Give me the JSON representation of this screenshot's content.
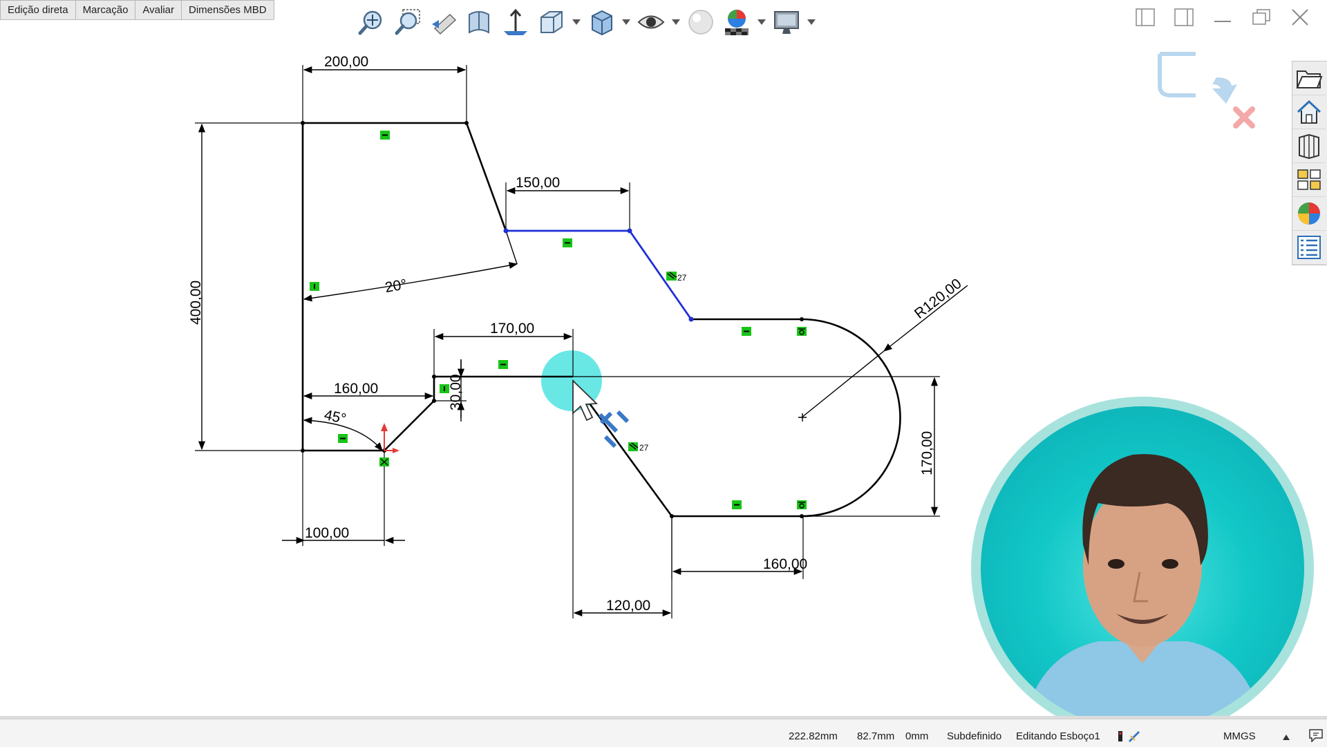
{
  "tabs": [
    "Edição direta",
    "Marcação",
    "Avaliar",
    "Dimensões MBD"
  ],
  "toolbar_icons": [
    "zoom-fit-icon",
    "zoom-area-icon",
    "previous-view-icon",
    "section-view-icon",
    "dynamic-annotation-icon",
    "view-orientation-icon",
    "display-style-icon",
    "hide-show-icon",
    "edit-appearance-icon",
    "apply-scene-icon",
    "view-settings-icon"
  ],
  "dimensions": {
    "top_width": "200,00",
    "middle_width": "150,00",
    "height": "400,00",
    "angle_top": "20°",
    "slot_width": "170,00",
    "left_offset": "160,00",
    "small_height": "30,00",
    "angle_bottom": "45°",
    "bottom_left": "100,00",
    "radius": "R120,00",
    "right_height": "170,00",
    "bottom_right": "160,00",
    "bottom_center": "120,00"
  },
  "relations": {
    "slant_label_a": "27",
    "slant_label_b": "27"
  },
  "status": {
    "x": "222.82mm",
    "y": "82.7mm",
    "z": "0mm",
    "state": "Subdefinido",
    "editing": "Editando Esboço1",
    "units": "MMGS"
  },
  "colors": {
    "selected_line": "#1f2fd6",
    "relation_badge": "#19c419",
    "cursor_highlight": "#4fe3df",
    "sketch_line": "#000000"
  }
}
